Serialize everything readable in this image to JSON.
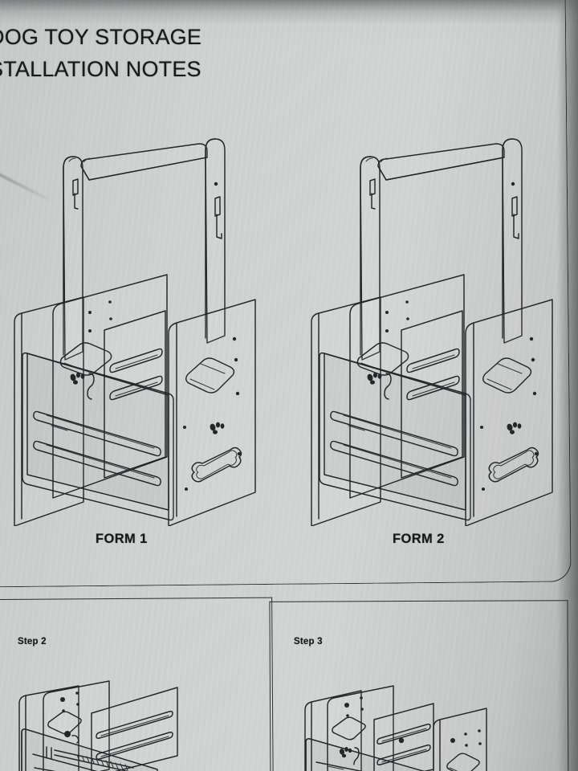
{
  "document": {
    "title_line_1": "DOG TOY STORAGE",
    "title_line_2": "INSTALLATION NOTES",
    "title_line_1_visible": "DOG TOY STORAGE",
    "title_line_2_visible": "STALLATION NOTES",
    "medium": "printed instruction sheet photograph",
    "page_background_color": "#cfd2d1",
    "ink_color": "#24272a"
  },
  "panels": {
    "top": {
      "name": "form-comparison-panel",
      "figures": [
        {
          "label": "FORM 1",
          "drawing": "isometric line drawing of a wooden dog toy storage crate with tall handle posts and cross bar",
          "features": [
            "two rounded-top vertical handle posts",
            "horizontal top cross bar",
            "oval hand-slot cutouts in both end panels",
            "two long slotted rails on front panel",
            "two long slotted rails on inner divider panel",
            "bone-shaped cutout on right end panel",
            "paw-print decorations",
            "screw pilot holes along panel edges"
          ]
        },
        {
          "label": "FORM 2",
          "drawing": "isometric line drawing of a wooden dog toy storage crate with tall handle posts and cross bar",
          "features": [
            "two rounded-top vertical handle posts",
            "horizontal top cross bar",
            "oval hand-slot cutouts in both end panels",
            "two long slotted rails on front panel",
            "two long slotted rails on inner divider panel",
            "bone-shaped cutout on right end panel",
            "paw-print decorations",
            "screw pilot holes along panel edges"
          ]
        }
      ]
    },
    "bottom_left": {
      "name": "step-2-panel",
      "label": "Step 2",
      "drawing": "partial isometric view of the crate body with a screw being driven into the side panel"
    },
    "bottom_right": {
      "name": "step-3-panel",
      "label": "Step 3",
      "drawing": "partial isometric view of the assembled crate body without handle posts"
    }
  }
}
